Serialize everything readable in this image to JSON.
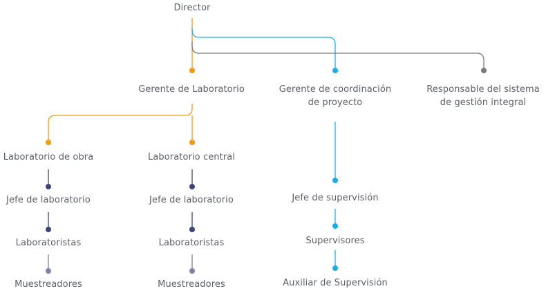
{
  "colors": {
    "orange": "#f39c12",
    "blue": "#1aaeea",
    "gray": "#7a7a7a",
    "navy": "#3d4577",
    "slate": "#7d83a6",
    "text": "#5b5f68"
  },
  "nodes": {
    "director": "Director",
    "gerente_laboratorio": "Gerente de Laboratorio",
    "gerente_coordinacion": {
      "line1": "Gerente de coordinación",
      "line2": "de proyecto"
    },
    "responsable_sistema": {
      "line1": "Responsable del sistema",
      "line2": "de gestión integral"
    },
    "laboratorio_obra": "Laboratorio de obra",
    "laboratorio_central": "Laboratorio central",
    "jefe_lab_obra": "Jefe de laboratorio",
    "jefe_lab_central": "Jefe de laboratorio",
    "laboratoristas_obra": "Laboratoristas",
    "laboratoristas_central": "Laboratoristas",
    "muestreadores_obra": "Muestreadores",
    "muestreadores_central": "Muestreadores",
    "jefe_supervision": "Jefe de supervisión",
    "supervisores": "Supervisores",
    "auxiliar_supervision": "Auxiliar de Supervisión"
  }
}
